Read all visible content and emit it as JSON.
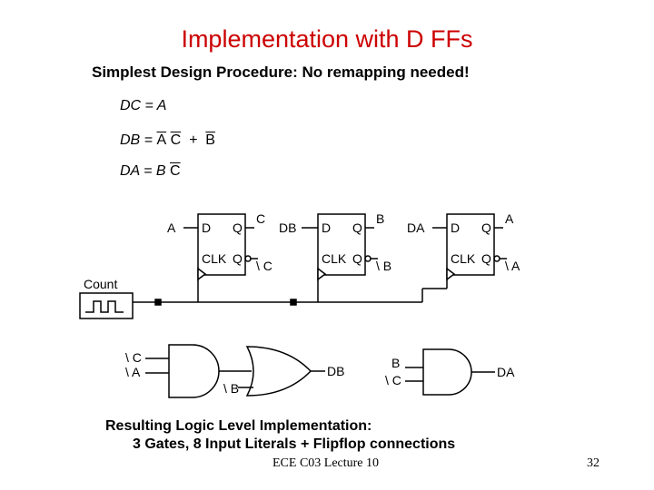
{
  "slide": {
    "title": "Implementation with D FFs",
    "subtitle": "Simplest Design Procedure: No remapping needed!",
    "footer_left": "ECE C03 Lecture 10",
    "page_number": "32"
  },
  "equations": {
    "dc": {
      "lhs": "DC = ",
      "terms": [
        "A"
      ]
    },
    "db": {
      "lhs": "DB = ",
      "t1": "A",
      "t2": "C",
      "op": "  +  ",
      "t3": "B"
    },
    "da": {
      "lhs": "DA = ",
      "t1": "B",
      "t2": "C"
    }
  },
  "diagram": {
    "ff_labels": {
      "d": "D",
      "q": "Q",
      "clk": "CLK",
      "qbar": "Q"
    },
    "ff_c": {
      "input": "A",
      "q_out": "C",
      "qbar_out": "\\ C"
    },
    "ff_b": {
      "input": "DB",
      "q_out": "B",
      "qbar_out": "\\ B"
    },
    "ff_a": {
      "input": "DA",
      "q_out": "A",
      "qbar_out": "\\ A"
    },
    "clock_label": "Count",
    "gate_and1": {
      "in1": "\\ C",
      "in2": "\\ A"
    },
    "gate_or": {
      "in_bottom": "\\ B",
      "out": "DB"
    },
    "gate_and2": {
      "in1": "B",
      "in2": "\\ C",
      "out": "DA"
    }
  },
  "result": {
    "line1": "Resulting Logic Level Implementation:",
    "line2": "3 Gates, 8 Input Literals + Flipflop connections"
  }
}
